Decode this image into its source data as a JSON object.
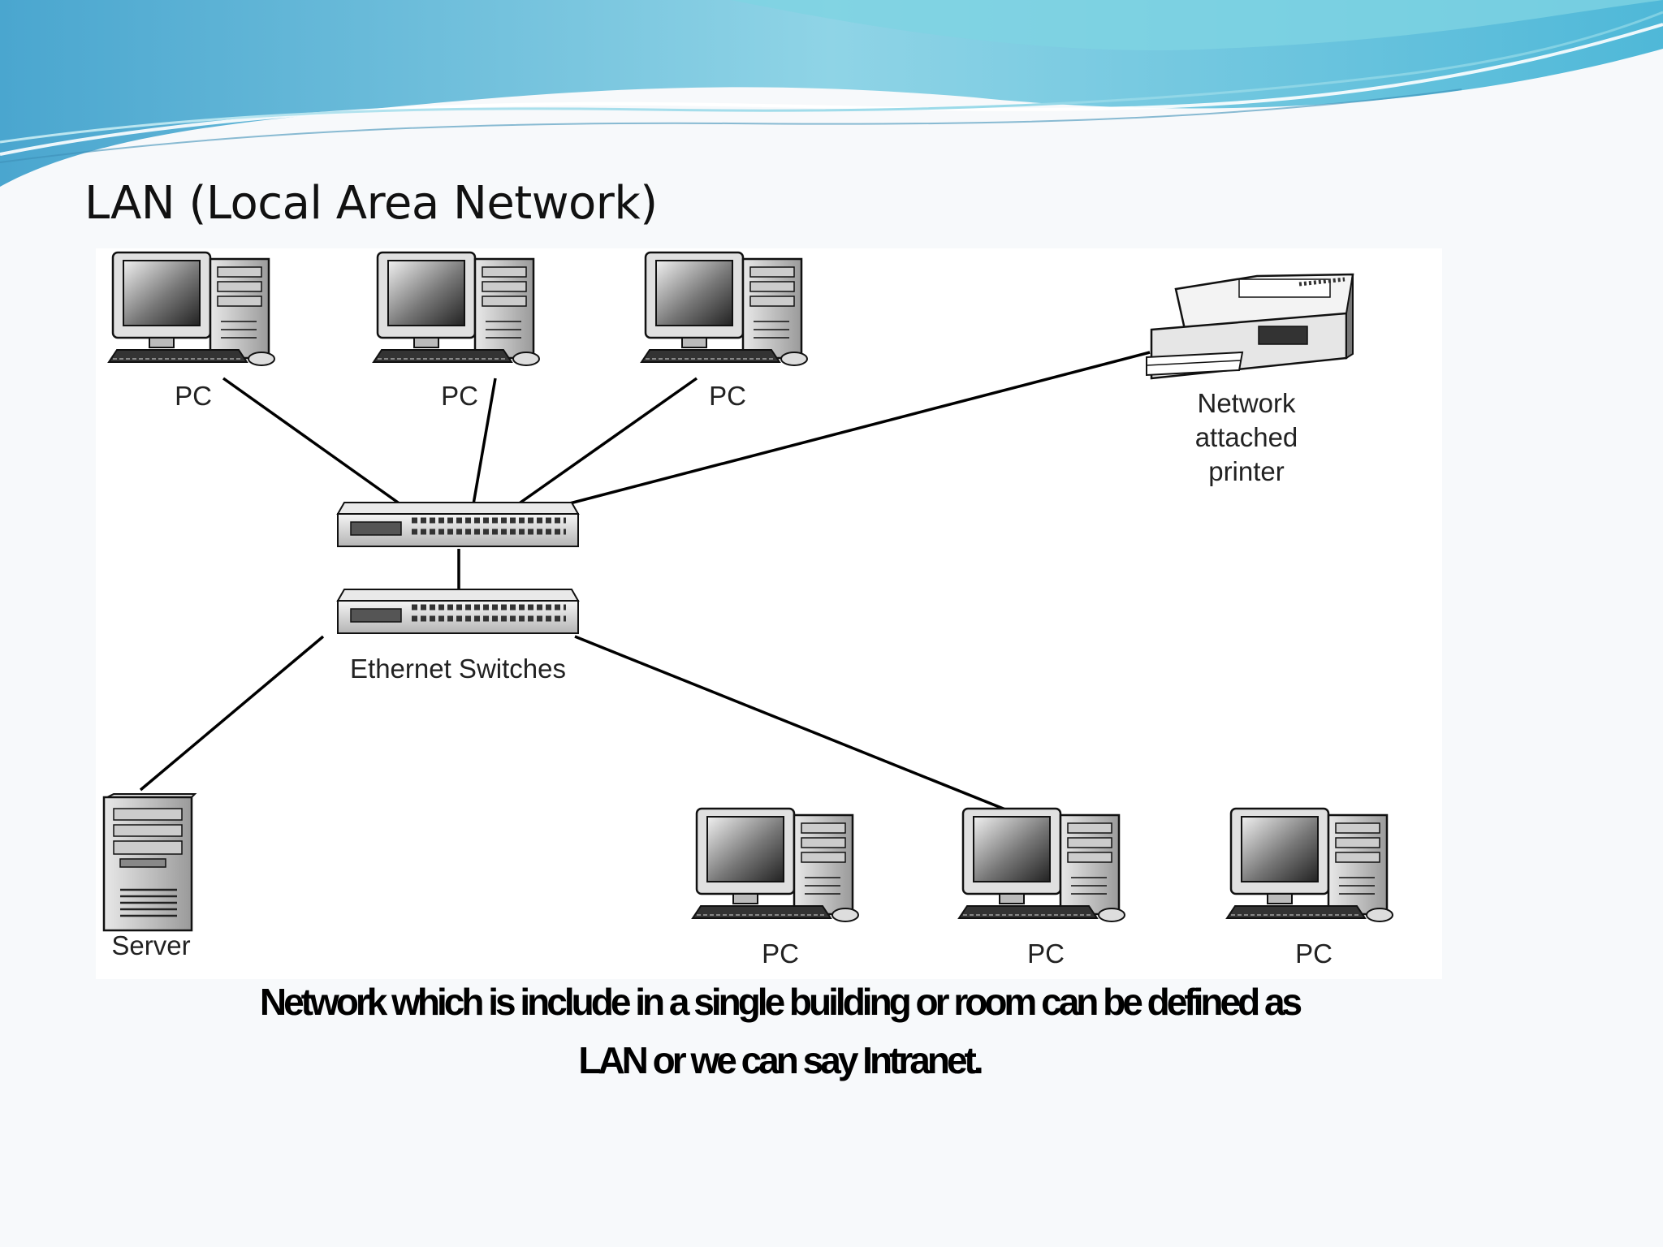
{
  "slide": {
    "title": "LAN (Local Area Network)",
    "caption_line1": "Network which is include in a single building or room can be defined as",
    "caption_line2": "LAN or we can say Intranet."
  },
  "diagram": {
    "nodes": {
      "pc_top_1": "PC",
      "pc_top_2": "PC",
      "pc_top_3": "PC",
      "printer_line1": "Network",
      "printer_line2": "attached",
      "printer_line3": "printer",
      "switches": "Ethernet Switches",
      "server": "Server",
      "pc_bottom_1": "PC",
      "pc_bottom_2": "PC",
      "pc_bottom_3": "PC"
    },
    "icons": [
      "desktop-pc-icon",
      "network-printer-icon",
      "ethernet-switch-icon",
      "server-tower-icon"
    ]
  },
  "colors": {
    "banner_dark": "#5fb3d3",
    "banner_light": "#9fdfe9",
    "line": "#000000"
  }
}
